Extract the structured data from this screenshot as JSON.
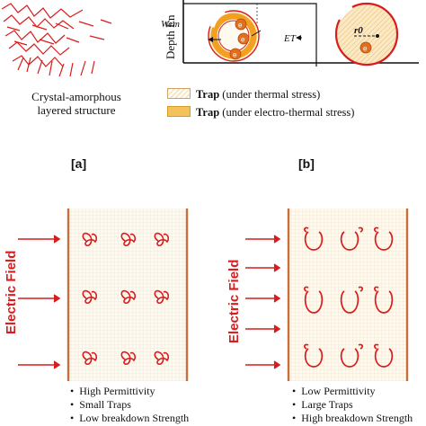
{
  "top_left": {
    "caption_line1": "Crystal-amorphous",
    "caption_line2": "layered structure"
  },
  "energy_diagram": {
    "axis_label": "Depth En",
    "w_em": "Wem",
    "e_t": "ET",
    "r0": "r0",
    "electron": "e"
  },
  "legend": {
    "row1_bold": "Trap",
    "row1_rest": " (under thermal stress)",
    "row2_bold": "Trap",
    "row2_rest": " (under electro-thermal stress)"
  },
  "panel_labels": {
    "a": "[a]",
    "b": "[b]"
  },
  "left_panel": {
    "field_label": "Electric Field",
    "bullets": [
      "High Permittivity",
      "Small Traps",
      "Low breakdown Strength"
    ]
  },
  "right_panel": {
    "field_label": "Electric Field",
    "bullets": [
      "Low Permittivity",
      "Large Traps",
      "High breakdown Strength"
    ]
  },
  "colors": {
    "accent_red": "#d91c1c",
    "trap_fill": "#f3c25a",
    "hatch": "#f7e6c6"
  }
}
